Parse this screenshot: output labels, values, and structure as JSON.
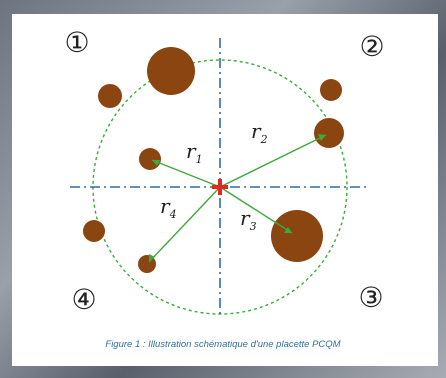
{
  "quadrants": [
    "①",
    "②",
    "④",
    "③"
  ],
  "radii_labels": [
    "r",
    "r",
    "r",
    "r"
  ],
  "radii_subscripts": [
    "1",
    "2",
    "4",
    "3"
  ],
  "caption": "Figure 1 : Illustration schématique d'une placette PCQM",
  "colors": {
    "tree": "#8b4510",
    "center_cross": "#e0281e",
    "axis": "#2f6fa6",
    "radius": "#3caa3c",
    "circle": "#3caa3c"
  }
}
